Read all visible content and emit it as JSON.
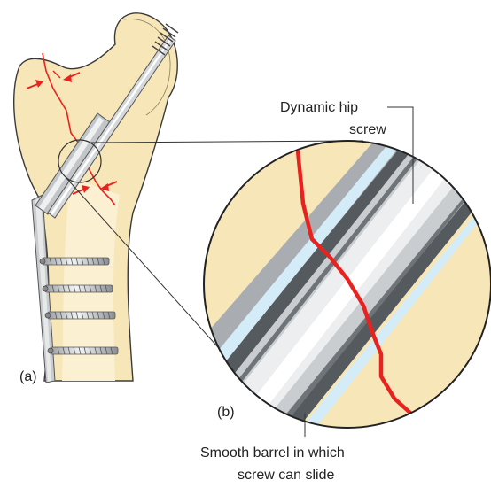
{
  "labels": {
    "dynamic_hip_screw_line1": "Dynamic hip",
    "dynamic_hip_screw_line2": "screw",
    "smooth_barrel_line1": "Smooth barrel in which",
    "smooth_barrel_line2": "screw can slide",
    "panel_a": "(a)",
    "panel_b": "(b)"
  },
  "colors": {
    "bone_fill": "#f7e6b8",
    "bone_outline": "#3a3a3a",
    "fracture_line": "#e8231f",
    "arrow": "#e8231f",
    "metal_light": "#e6e8ea",
    "metal_mid": "#b8bcbf",
    "metal_dark": "#7f8488",
    "barrel_highlight": "#d4ecf7",
    "plate": "#c9ccce"
  },
  "icons": {
    "compression_arrows": "red-arrow-icon"
  }
}
